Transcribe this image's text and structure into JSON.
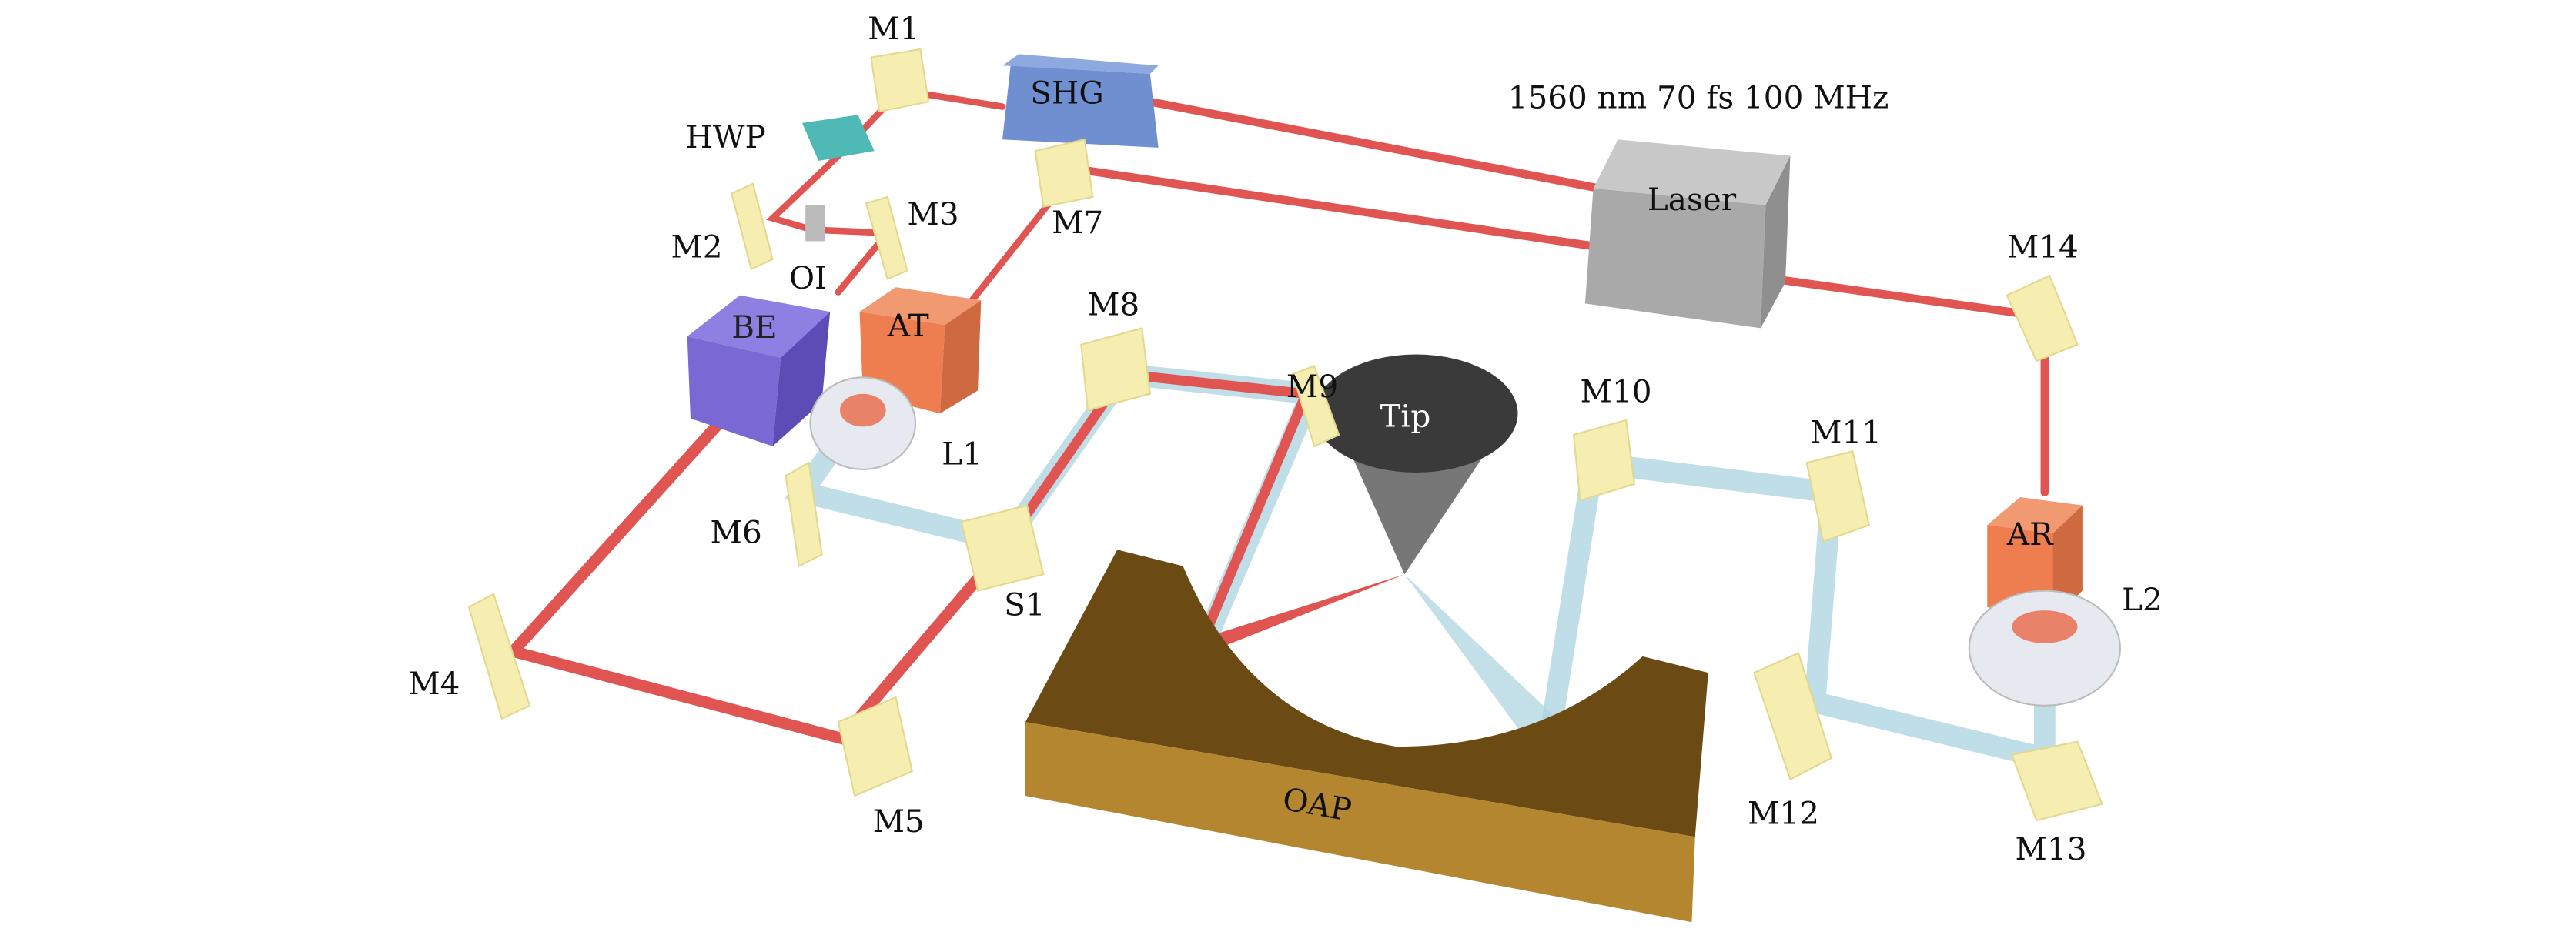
{
  "laser_spec": "1560 nm 70 fs 100 MHz",
  "components": {
    "laser": "Laser",
    "shg": "SHG",
    "hwp": "HWP",
    "oi": "OI",
    "be": "BE",
    "at": "AT",
    "ar": "AR",
    "l1": "L1",
    "l2": "L2",
    "tip": "Tip",
    "oap": "OAP",
    "s1": "S1",
    "m1": "M1",
    "m2": "M2",
    "m3": "M3",
    "m4": "M4",
    "m5": "M5",
    "m6": "M6",
    "m7": "M7",
    "m8": "M8",
    "m9": "M9",
    "m10": "M10",
    "m11": "M11",
    "m12": "M12",
    "m13": "M13",
    "m14": "M14"
  },
  "colors": {
    "beam_red": "#e05552",
    "beam_blue": "#a9d3df",
    "mirror": "#f5eeb0",
    "shg": "#6f8fd0",
    "be": "#7a68d4",
    "orange": "#ee7d4f",
    "laser": "#a9a9a9",
    "tip": "#3a3a3a",
    "oap": "#6b4a14",
    "hwp": "#4fbab5"
  }
}
